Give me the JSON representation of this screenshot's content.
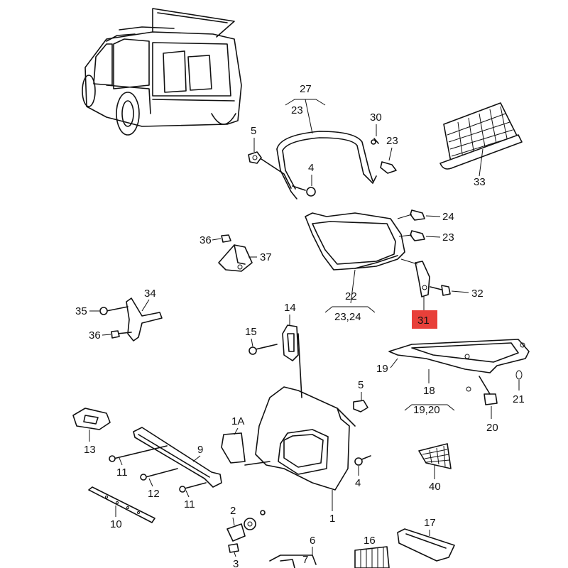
{
  "highlight_color": "#e8403a",
  "labels": {
    "p1A": "1A",
    "p1": "1",
    "p2": "2",
    "p3": "3",
    "p4a": "4",
    "p4b": "4",
    "p5a": "5",
    "p5b": "5",
    "p6": "6",
    "p7": "7",
    "p9": "9",
    "p10": "10",
    "p11a": "11",
    "p11b": "11",
    "p12": "12",
    "p13": "13",
    "p14": "14",
    "p15": "15",
    "p16": "16",
    "p17": "17",
    "p18": "18",
    "p18sub": "19,20",
    "p19": "19",
    "p20": "20",
    "p21": "21",
    "p22": "22",
    "p22sub": "23,24",
    "p23a": "23",
    "p23b": "23",
    "p23c": "23",
    "p24": "24",
    "p27": "27",
    "p30": "30",
    "p31": "31",
    "p32": "32",
    "p33": "33",
    "p34": "34",
    "p35": "35",
    "p36a": "36",
    "p36b": "36",
    "p37": "37",
    "p40": "40"
  }
}
